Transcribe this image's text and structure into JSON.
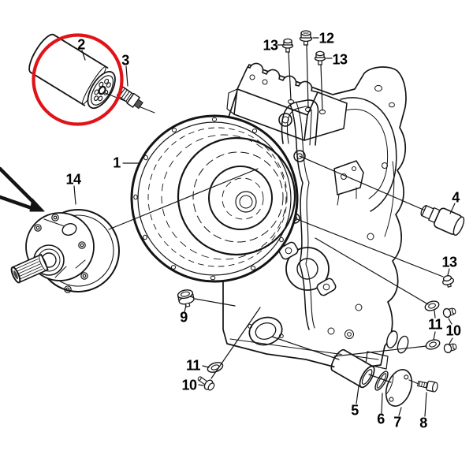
{
  "diagram": {
    "background_color": "#ffffff",
    "line_color": "#141414",
    "highlight_circle_color": "#e01418",
    "highlighted_part": "2",
    "callouts": [
      {
        "text": "2"
      },
      {
        "text": "3"
      },
      {
        "text": "13"
      },
      {
        "text": "12"
      },
      {
        "text": "13"
      },
      {
        "text": "1"
      },
      {
        "text": "14"
      },
      {
        "text": "4"
      },
      {
        "text": "13"
      },
      {
        "text": "11"
      },
      {
        "text": "10"
      },
      {
        "text": "9"
      },
      {
        "text": "11"
      },
      {
        "text": "10"
      },
      {
        "text": "5"
      },
      {
        "text": "6"
      },
      {
        "text": "7"
      },
      {
        "text": "8"
      }
    ]
  }
}
